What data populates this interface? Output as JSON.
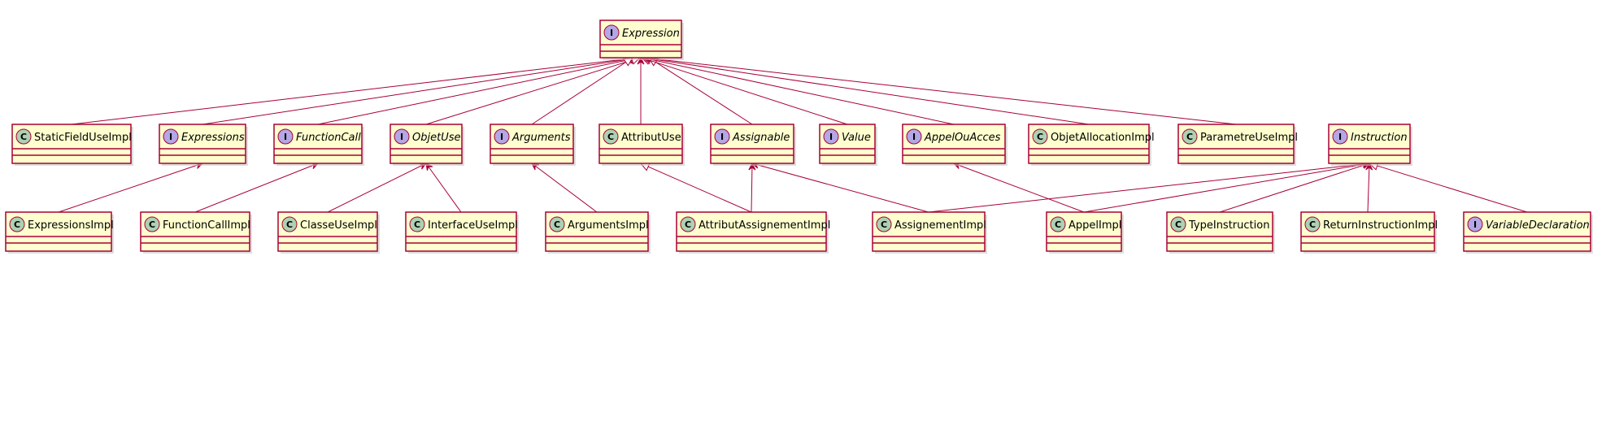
{
  "diagram": {
    "type": "uml-class",
    "colors": {
      "border": "#a80036",
      "fill": "#fefece",
      "class_circle": "#add1b2",
      "interface_circle": "#b4a7e5"
    },
    "classes": [
      {
        "id": "Expression",
        "kind": "interface",
        "glyph": "I",
        "name": "Expression"
      },
      {
        "id": "StaticFieldUseImpl",
        "kind": "class",
        "glyph": "C",
        "name": "StaticFieldUseImpl"
      },
      {
        "id": "Expressions",
        "kind": "interface",
        "glyph": "I",
        "name": "Expressions"
      },
      {
        "id": "FunctionCall",
        "kind": "interface",
        "glyph": "I",
        "name": "FunctionCall"
      },
      {
        "id": "ObjetUse",
        "kind": "interface",
        "glyph": "I",
        "name": "ObjetUse"
      },
      {
        "id": "Arguments",
        "kind": "interface",
        "glyph": "I",
        "name": "Arguments"
      },
      {
        "id": "AttributUse",
        "kind": "class",
        "glyph": "C",
        "name": "AttributUse"
      },
      {
        "id": "Assignable",
        "kind": "interface",
        "glyph": "I",
        "name": "Assignable"
      },
      {
        "id": "Value",
        "kind": "interface",
        "glyph": "I",
        "name": "Value"
      },
      {
        "id": "AppelOuAcces",
        "kind": "interface",
        "glyph": "I",
        "name": "AppelOuAcces"
      },
      {
        "id": "ObjetAllocationImpl",
        "kind": "class",
        "glyph": "C",
        "name": "ObjetAllocationImpl"
      },
      {
        "id": "ParametreUseImpl",
        "kind": "class",
        "glyph": "C",
        "name": "ParametreUseImpl"
      },
      {
        "id": "Instruction",
        "kind": "interface",
        "glyph": "I",
        "name": "Instruction"
      },
      {
        "id": "ExpressionsImpl",
        "kind": "class",
        "glyph": "C",
        "name": "ExpressionsImpl"
      },
      {
        "id": "FunctionCallImpl",
        "kind": "class",
        "glyph": "C",
        "name": "FunctionCallImpl"
      },
      {
        "id": "ClasseUseImpl",
        "kind": "class",
        "glyph": "C",
        "name": "ClasseUseImpl"
      },
      {
        "id": "InterfaceUseImpl",
        "kind": "class",
        "glyph": "C",
        "name": "InterfaceUseImpl"
      },
      {
        "id": "ArgumentsImpl",
        "kind": "class",
        "glyph": "C",
        "name": "ArgumentsImpl"
      },
      {
        "id": "AttributAssignementImpl",
        "kind": "class",
        "glyph": "C",
        "name": "AttributAssignementImpl"
      },
      {
        "id": "AssignementImpl",
        "kind": "class",
        "glyph": "C",
        "name": "AssignementImpl"
      },
      {
        "id": "AppelImpl",
        "kind": "class",
        "glyph": "C",
        "name": "AppelImpl"
      },
      {
        "id": "TypeInstruction",
        "kind": "class",
        "glyph": "C",
        "name": "TypeInstruction"
      },
      {
        "id": "ReturnInstructionImpl",
        "kind": "class",
        "glyph": "C",
        "name": "ReturnInstructionImpl"
      },
      {
        "id": "VariableDeclaration",
        "kind": "interface",
        "glyph": "I",
        "name": "VariableDeclaration"
      }
    ],
    "relations": [
      {
        "from": "StaticFieldUseImpl",
        "to": "Expression",
        "type": "realization"
      },
      {
        "from": "Expressions",
        "to": "Expression",
        "type": "extension"
      },
      {
        "from": "FunctionCall",
        "to": "Expression",
        "type": "extension"
      },
      {
        "from": "ObjetUse",
        "to": "Expression",
        "type": "extension"
      },
      {
        "from": "Arguments",
        "to": "Expression",
        "type": "extension"
      },
      {
        "from": "AttributUse",
        "to": "Expression",
        "type": "realization"
      },
      {
        "from": "Assignable",
        "to": "Expression",
        "type": "extension"
      },
      {
        "from": "Value",
        "to": "Expression",
        "type": "extension"
      },
      {
        "from": "AppelOuAcces",
        "to": "Expression",
        "type": "extension"
      },
      {
        "from": "ObjetAllocationImpl",
        "to": "Expression",
        "type": "realization"
      },
      {
        "from": "ParametreUseImpl",
        "to": "Expression",
        "type": "realization"
      },
      {
        "from": "ExpressionsImpl",
        "to": "Expressions",
        "type": "realization"
      },
      {
        "from": "FunctionCallImpl",
        "to": "FunctionCall",
        "type": "realization"
      },
      {
        "from": "ClasseUseImpl",
        "to": "ObjetUse",
        "type": "realization"
      },
      {
        "from": "InterfaceUseImpl",
        "to": "ObjetUse",
        "type": "realization"
      },
      {
        "from": "ArgumentsImpl",
        "to": "Arguments",
        "type": "realization"
      },
      {
        "from": "AttributAssignementImpl",
        "to": "AttributUse",
        "type": "extension"
      },
      {
        "from": "AttributAssignementImpl",
        "to": "Assignable",
        "type": "realization"
      },
      {
        "from": "AssignementImpl",
        "to": "Assignable",
        "type": "realization"
      },
      {
        "from": "AssignementImpl",
        "to": "Instruction",
        "type": "realization"
      },
      {
        "from": "AppelImpl",
        "to": "AppelOuAcces",
        "type": "realization"
      },
      {
        "from": "AppelImpl",
        "to": "Instruction",
        "type": "realization"
      },
      {
        "from": "TypeInstruction",
        "to": "Instruction",
        "type": "realization"
      },
      {
        "from": "ReturnInstructionImpl",
        "to": "Instruction",
        "type": "realization"
      },
      {
        "from": "VariableDeclaration",
        "to": "Instruction",
        "type": "extension"
      }
    ]
  }
}
